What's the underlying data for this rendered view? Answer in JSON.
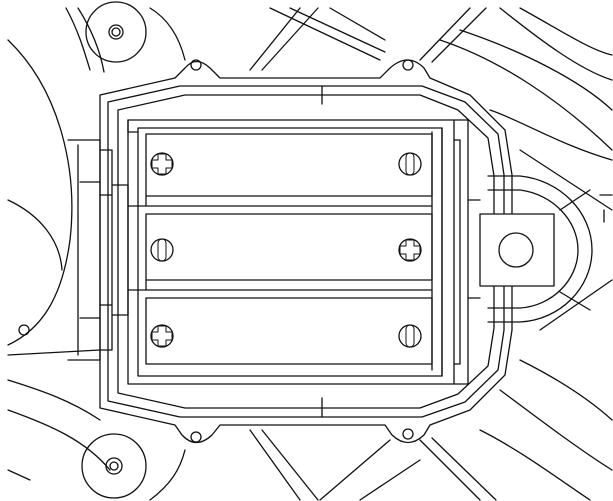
{
  "diagram": {
    "subject": "battery-compartment-line-drawing",
    "line_color": "#111111",
    "background": "#ffffff",
    "battery_slots": [
      {
        "slot": 1,
        "left_screw": "phillips",
        "right_screw": "slotted"
      },
      {
        "slot": 2,
        "left_screw": "slotted",
        "right_screw": "phillips"
      },
      {
        "slot": 3,
        "left_screw": "phillips",
        "right_screw": "slotted"
      }
    ],
    "mounting_bosses": 4,
    "corner_posts": 2
  }
}
